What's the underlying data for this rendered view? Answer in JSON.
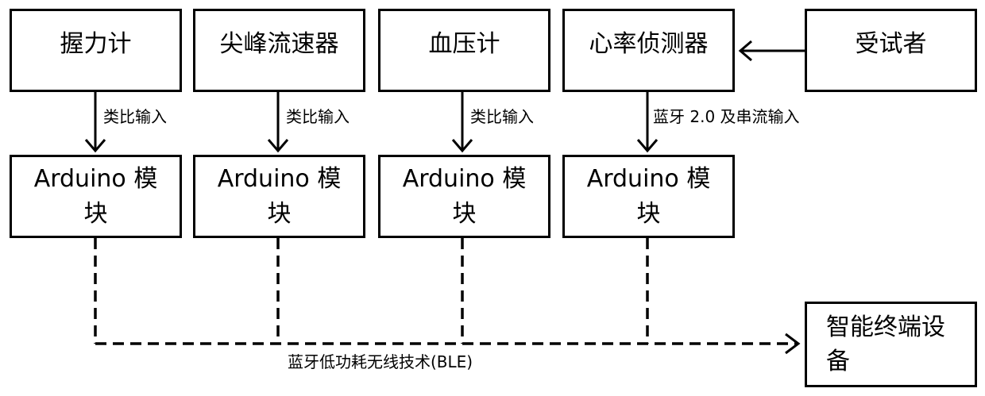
{
  "sensors": [
    {
      "label": "握力计",
      "link": "类比输入"
    },
    {
      "label": "尖峰流速器",
      "link": "类比输入"
    },
    {
      "label": "血压计",
      "link": "类比输入"
    },
    {
      "label": "心率侦测器",
      "link": "蓝牙 2.0 及串流输入"
    }
  ],
  "subject": "受试者",
  "modules": [
    {
      "line1": "Arduino 模",
      "line2": "块"
    },
    {
      "line1": "Arduino 模",
      "line2": "块"
    },
    {
      "line1": "Arduino 模",
      "line2": "块"
    },
    {
      "line1": "Arduino 模",
      "line2": "块"
    }
  ],
  "terminal": {
    "line1": "智能终端设",
    "line2": "备"
  },
  "bus_label": "蓝牙低功耗无线技术(BLE)"
}
